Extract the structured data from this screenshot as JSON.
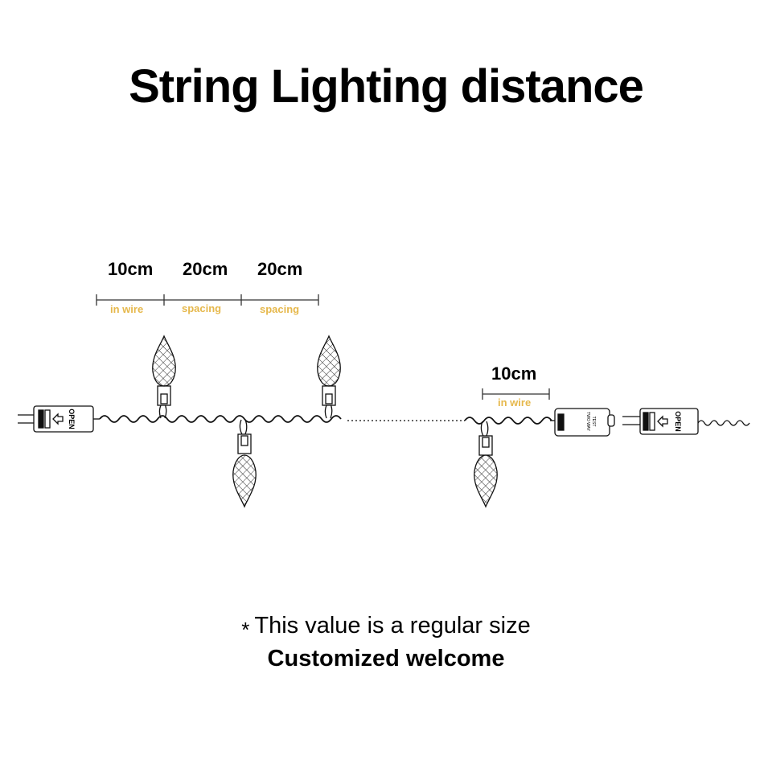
{
  "title": "String Lighting distance",
  "measurements": {
    "first": {
      "value": "10cm",
      "label": "in wire"
    },
    "second": {
      "value": "20cm",
      "label": "spacing"
    },
    "third": {
      "value": "20cm",
      "label": "spacing"
    },
    "end": {
      "value": "10cm",
      "label": "in wire"
    }
  },
  "plug_text": "OPEN",
  "controller_text": [
    "TWO WAY",
    "TEST"
  ],
  "notes": {
    "star": "*",
    "line1": "This value is a regular size",
    "line2": "Customized welcome"
  },
  "colors": {
    "accent": "#E6B84C",
    "line": "#111111",
    "background": "#FFFFFF"
  }
}
